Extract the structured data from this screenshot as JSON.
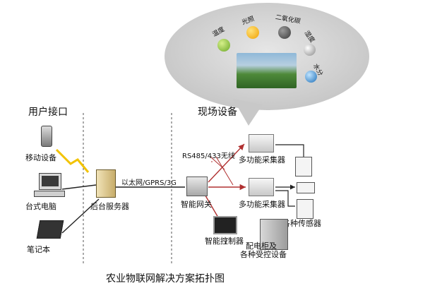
{
  "sections": {
    "user_interface": "用户接口",
    "field_devices": "现场设备"
  },
  "devices": {
    "mobile": "移动设备",
    "desktop": "台式电脑",
    "laptop": "笔记本",
    "server": "后台服务器",
    "gateway": "智能网关",
    "collector_1": "多功能采集器",
    "collector_2": "多功能采集器",
    "controller": "智能控制器",
    "cabinet_line1": "配电柜及",
    "cabinet_line2": "各种受控设备",
    "sensors": "各种传感器"
  },
  "links": {
    "ethernet": "以太网/GPRS/3G",
    "wireless": "RS485/433无线"
  },
  "bubble": {
    "temperature": "温度",
    "light": "光照",
    "co2": "二氧化碳",
    "humidity": "湿度",
    "moisture": "水分"
  },
  "caption": "农业物联网解决方案拓扑图",
  "colors": {
    "bubble_fill": "#cfcfcf",
    "divider": "#555555",
    "arrow_red": "#b03030",
    "link_black": "#222222"
  }
}
